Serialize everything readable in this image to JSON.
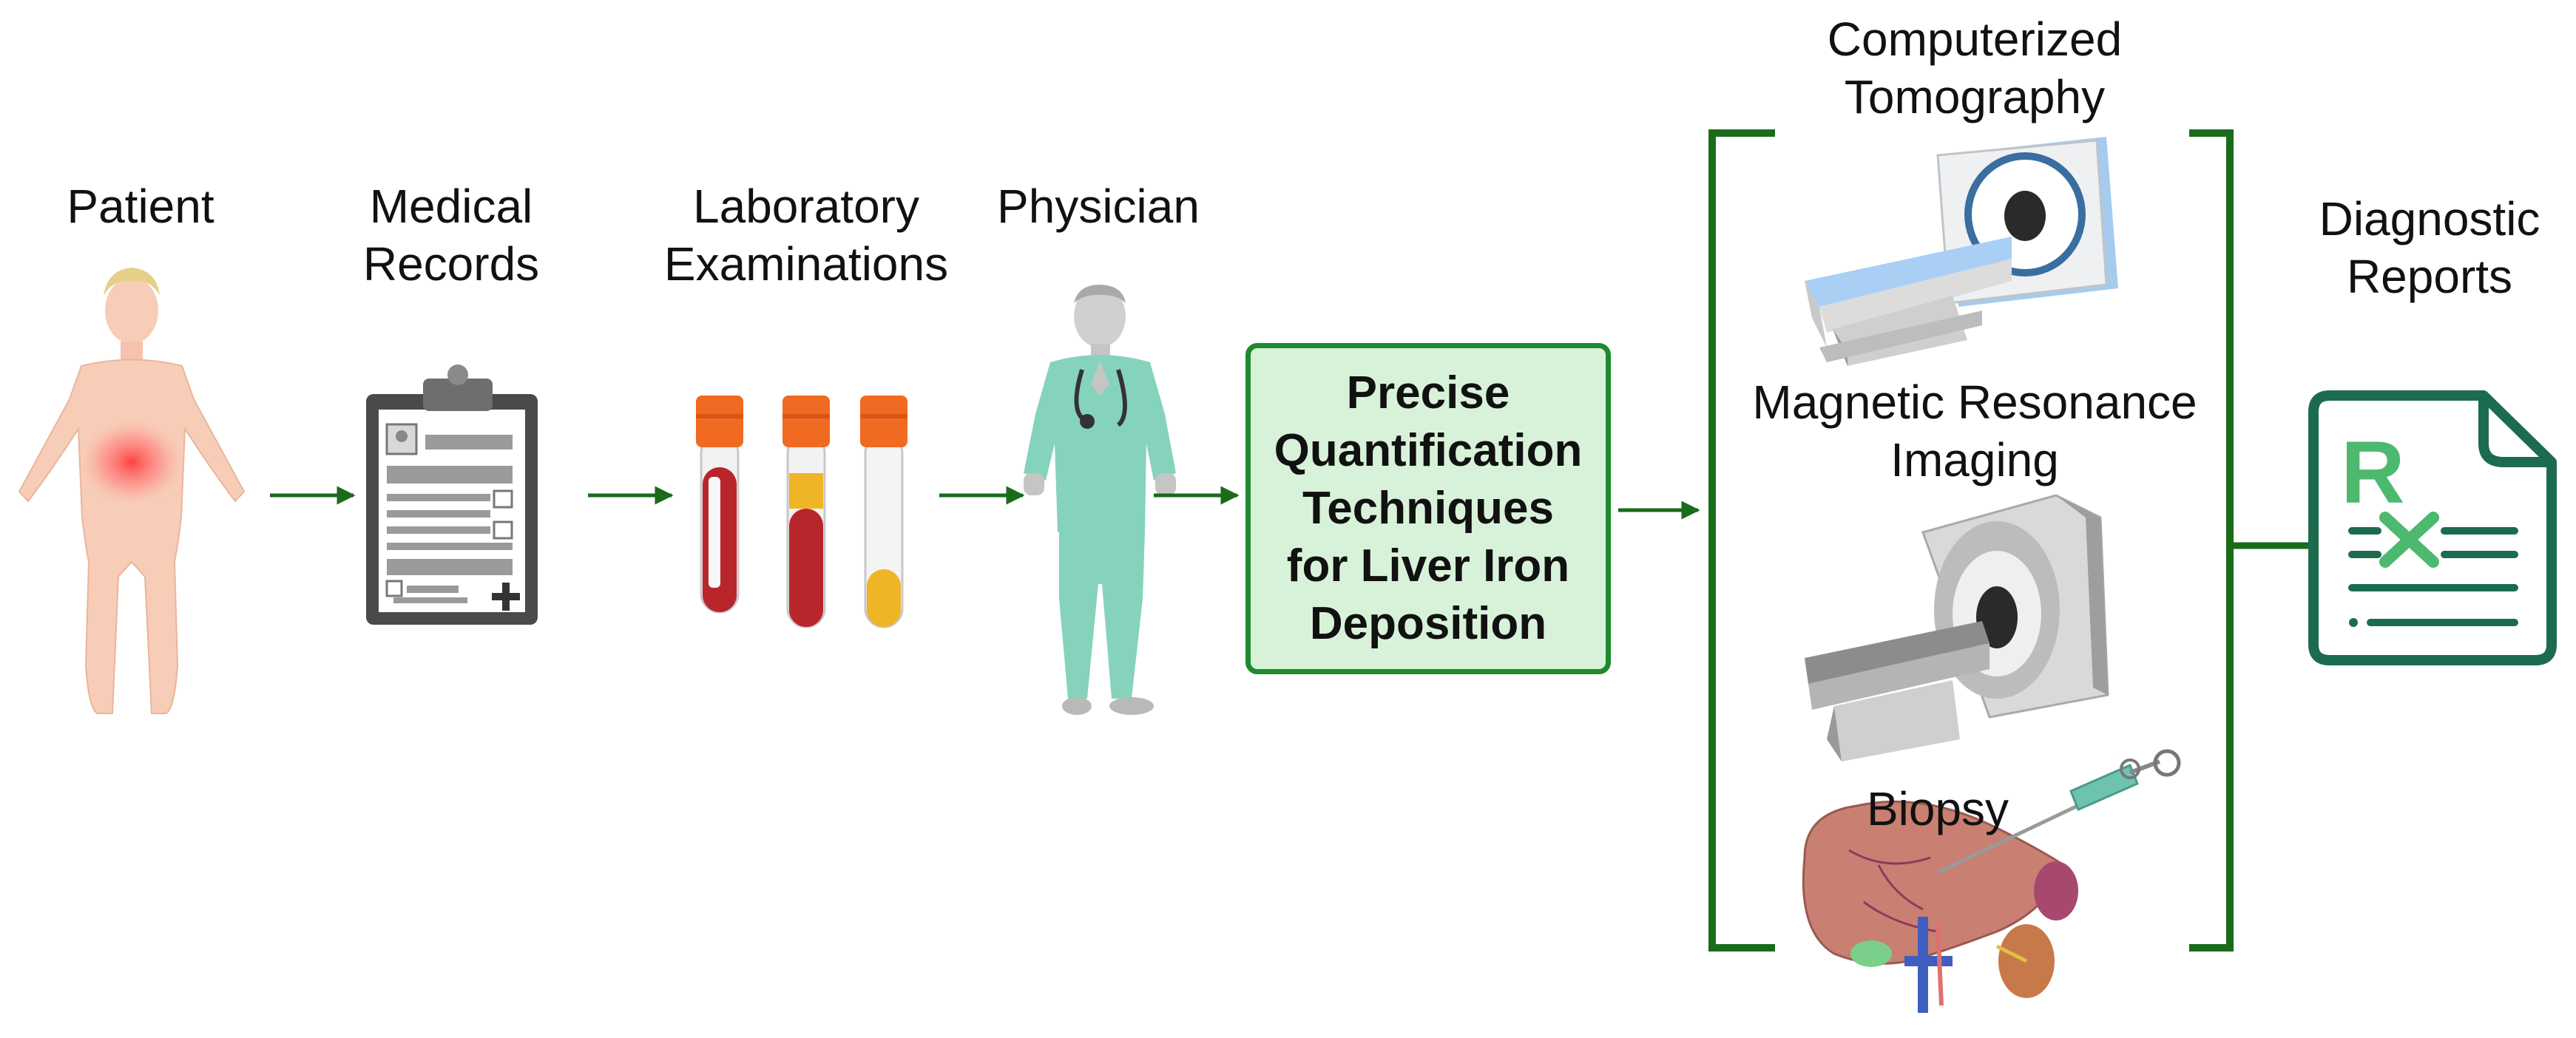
{
  "stages": {
    "patient": "Patient",
    "records": [
      "Medical",
      "Records"
    ],
    "lab": [
      "Laboratory",
      "Examinations"
    ],
    "physician": "Physician",
    "technique": [
      "Precise",
      "Quantification",
      "Techniques",
      "for Liver Iron",
      "Deposition"
    ],
    "ct": [
      "Computerized",
      "Tomography"
    ],
    "mri": [
      "Magnetic Resonance",
      "Imaging"
    ],
    "biopsy": "Biopsy",
    "reports": [
      "Diagnostic",
      "Reports"
    ]
  },
  "icons": [
    "patient-body-icon",
    "clipboard-icon",
    "blood-tubes-icon",
    "physician-icon",
    "ct-scanner-icon",
    "mri-scanner-icon",
    "liver-biopsy-icon",
    "prescription-document-icon"
  ],
  "colors": {
    "arrow": "#1a6b1a",
    "box_fill": "#d8f2d9",
    "box_border": "#1e8a2e",
    "rx_green": "#1d6b4f"
  }
}
